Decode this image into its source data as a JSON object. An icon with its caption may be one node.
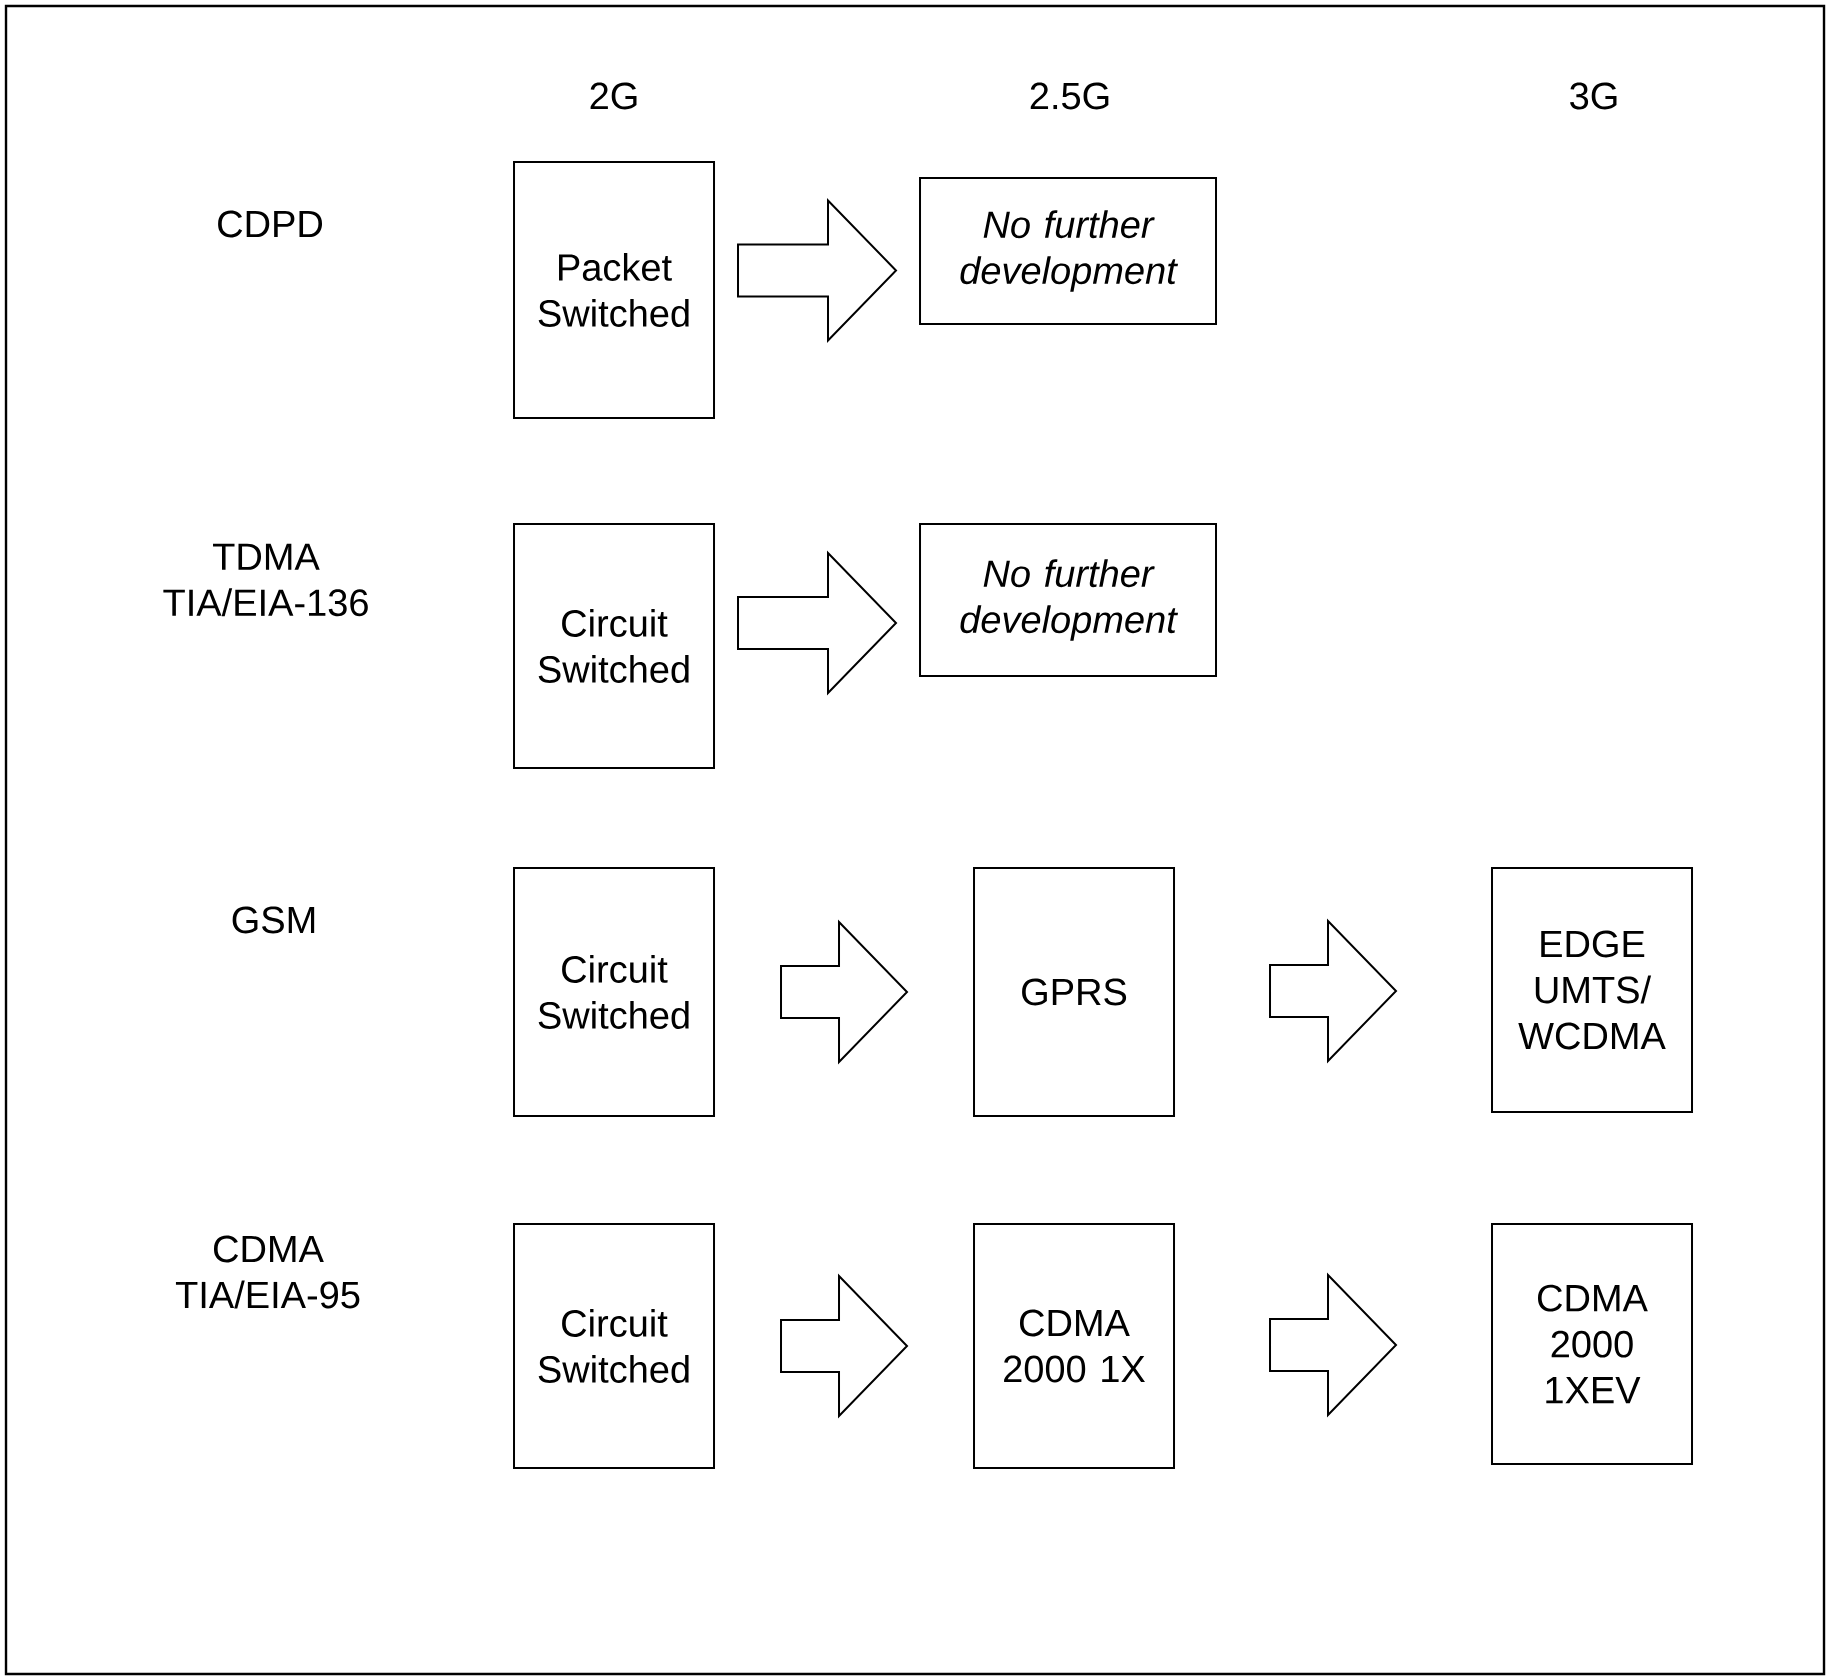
{
  "diagram": {
    "nodes": [
      {
        "text": [
          "Packet Switched"
        ]
      },
      {
        "text": [
          "No further development"
        ]
      },
      {
        "text": [
          "Circuit Switched"
        ]
      },
      {
        "text": [
          "No further development"
        ]
      },
      {
        "text": [
          "Circuit Switched"
        ]
      },
      {
        "text": [
          "GPRS"
        ]
      },
      {
        "text": [
          "EDGE UMTS/ WCDMA"
        ]
      },
      {
        "text": [
          "Circuit Switched"
        ]
      },
      {
        "text": [
          "CDMA 2000 1X"
        ]
      },
      {
        "text": [
          "CDMA 2000 1XEV"
        ]
      }
    ],
    "edges": [
      {
        "from": 0,
        "to": 1,
        "arrow": "to"
      },
      {
        "from": 2,
        "to": 3,
        "arrow": "to"
      },
      {
        "from": 4,
        "to": 5,
        "arrow": "to"
      },
      {
        "from": 5,
        "to": 6,
        "arrow": "to"
      },
      {
        "from": 7,
        "to": 8,
        "arrow": "to"
      },
      {
        "from": 8,
        "to": 9,
        "arrow": "to"
      }
    ],
    "labels": [
      "2G",
      "2.5G",
      "3G",
      "CDPD",
      "TDMA TIA/EIA-136",
      "GSM",
      "CDMA TIA/EIA-95"
    ]
  }
}
